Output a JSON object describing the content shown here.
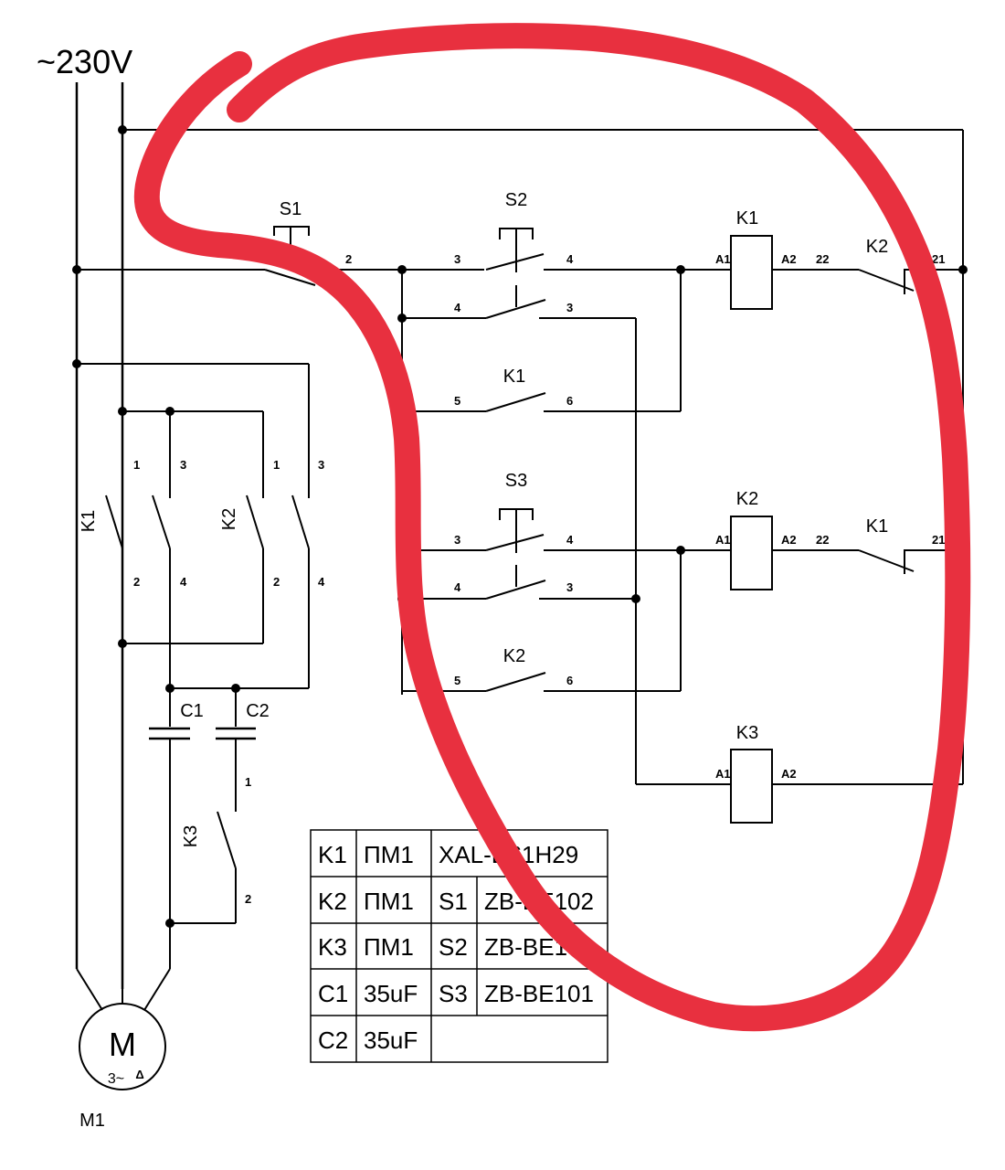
{
  "supply": {
    "voltage": "~230V"
  },
  "labels": {
    "S1": "S1",
    "S2": "S2",
    "S3": "S3",
    "K1": "K1",
    "K2": "K2",
    "K3": "K3",
    "C1": "C1",
    "C2": "C2",
    "M1": "M1"
  },
  "pins": {
    "p1": "1",
    "p2": "2",
    "p3": "3",
    "p4": "4",
    "p5": "5",
    "p6": "6",
    "A1": "A1",
    "A2": "A2",
    "p21": "21",
    "p22": "22"
  },
  "motor": {
    "symbol": "M",
    "type": "3~",
    "connection": "Δ"
  },
  "parts_table": [
    [
      "K1",
      "ПМ1",
      "XAL-D61H29",
      ""
    ],
    [
      "K2",
      "ПМ1",
      "S1",
      "ZB-BE102"
    ],
    [
      "K3",
      "ПМ1",
      "S2",
      "ZB-BE101"
    ],
    [
      "C1",
      "35uF",
      "S3",
      "ZB-BE101"
    ],
    [
      "C2",
      "35uF",
      "",
      ""
    ]
  ],
  "colors": {
    "wire": "#000000",
    "annotation": "#e8303f",
    "background": "#ffffff"
  }
}
